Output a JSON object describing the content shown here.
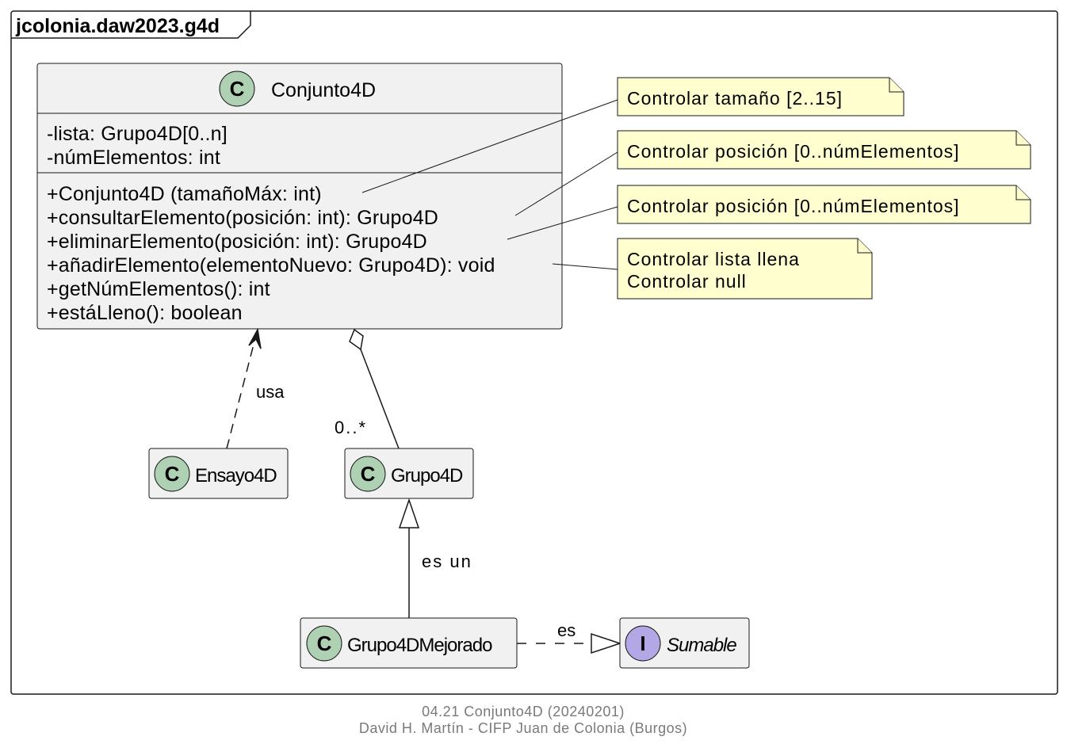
{
  "package": {
    "name": "jcolonia.daw2023.g4d"
  },
  "classes": {
    "conjunto": {
      "stereotype": "C",
      "name": "Conjunto4D",
      "attributes": [
        "-lista: Grupo4D[0..n]",
        "-númElementos: int"
      ],
      "methods": [
        "+Conjunto4D (tamañoMáx: int)",
        "+consultarElemento(posición: int): Grupo4D",
        "+eliminarElemento(posición: int): Grupo4D",
        "+añadirElemento(elementoNuevo: Grupo4D): void",
        "+getNúmElementos(): int",
        "+estáLleno(): boolean"
      ]
    },
    "ensayo": {
      "stereotype": "C",
      "name": "Ensayo4D"
    },
    "grupo": {
      "stereotype": "C",
      "name": "Grupo4D"
    },
    "grupoMejorado": {
      "stereotype": "C",
      "name": "Grupo4DMejorado"
    },
    "sumable": {
      "stereotype": "I",
      "name": "Sumable"
    }
  },
  "notes": [
    [
      "Controlar tamaño [2..15]"
    ],
    [
      "Controlar posición [0..númElementos]"
    ],
    [
      "Controlar posición [0..númElementos]"
    ],
    [
      "Controlar lista llena",
      "Controlar null"
    ]
  ],
  "relations": {
    "usa": "usa",
    "multiplicity": "0..*",
    "es_un": "es un",
    "es": "es"
  },
  "footer": {
    "line1": "04.21 Conjunto4D (20240201)",
    "line2": "David H. Martín - CIFP Juan de Colonia (Burgos)"
  },
  "colors": {
    "class_fill": "#f1f1f1",
    "class_circle": "#add1b2",
    "interface_circle": "#b4a7e5",
    "note_fill": "#fefece",
    "border": "#181818"
  }
}
